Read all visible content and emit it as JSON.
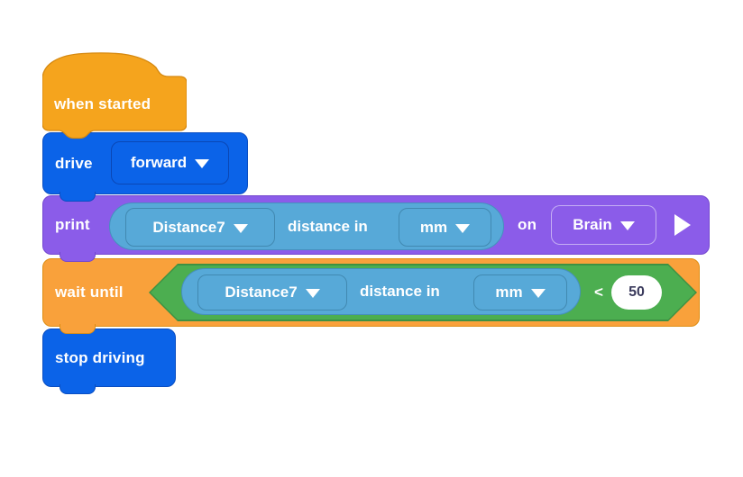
{
  "workspace": {
    "background": "#ffffff"
  },
  "palette": {
    "event_hat_fill": "#F5A41D",
    "event_hat_stroke": "#D68910",
    "drivetrain_blue": "#0B63E8",
    "drivetrain_blue_border": "#0A4EC2",
    "looks_purple": "#8B5CE9",
    "looks_purple_border": "#7448CF",
    "control_orange": "#F9A13B",
    "control_orange_border": "#DE8E14",
    "operator_green": "#4CAE50",
    "operator_green_border": "#3D9143",
    "sensing_light_blue": "#57A9D8",
    "sensing_border": "#4690BE",
    "number_input_fill": "#FFFFFF",
    "number_input_text": "#3A3A5C"
  },
  "icons": {
    "dropdown_caret": "triangle-down",
    "expand_arrow": "triangle-right"
  },
  "blocks": {
    "when_started": {
      "label": "when started"
    },
    "drive": {
      "label": "drive",
      "direction": "forward"
    },
    "print": {
      "label": "print",
      "reporter": {
        "device": "Distance7",
        "text": "distance in",
        "unit": "mm"
      },
      "on_label": "on",
      "target": "Brain"
    },
    "wait_until": {
      "label": "wait until",
      "reporter": {
        "device": "Distance7",
        "text": "distance in",
        "unit": "mm"
      },
      "operator": "<",
      "value": "50"
    },
    "stop_driving": {
      "label": "stop driving"
    }
  }
}
